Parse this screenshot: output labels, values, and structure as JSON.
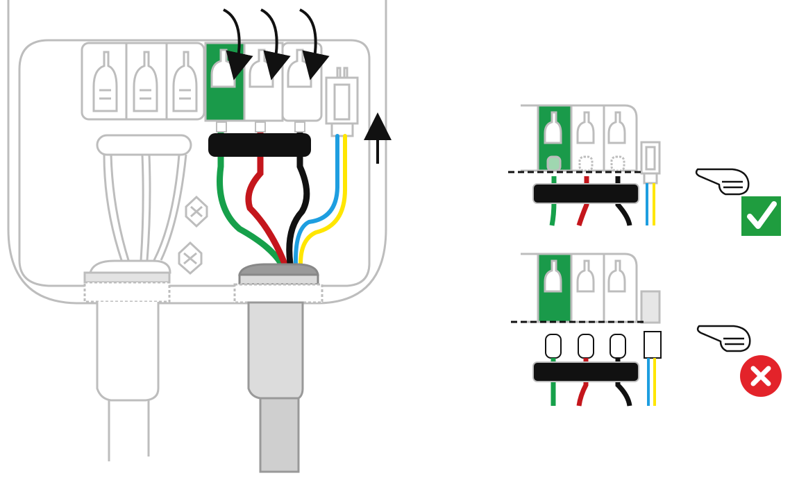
{
  "diagram": {
    "kind": "wiring-installation-illustration",
    "colors": {
      "terminal_active": "#1a9a4a",
      "wire_green": "#16a04a",
      "wire_red": "#c4161c",
      "wire_black": "#111111",
      "wire_blue": "#1e9ee0",
      "wire_yellow": "#ffe600",
      "outline": "#bdbdbd",
      "check_bg": "#1f9d3f",
      "cross_bg": "#e3232a"
    },
    "panels": [
      {
        "id": "main-enclosure",
        "arrows_down": 3,
        "arrow_up": 1
      },
      {
        "id": "correct-example",
        "verdict": "correct",
        "icon": "check-icon"
      },
      {
        "id": "incorrect-example",
        "verdict": "incorrect",
        "icon": "cross-icon"
      }
    ]
  }
}
